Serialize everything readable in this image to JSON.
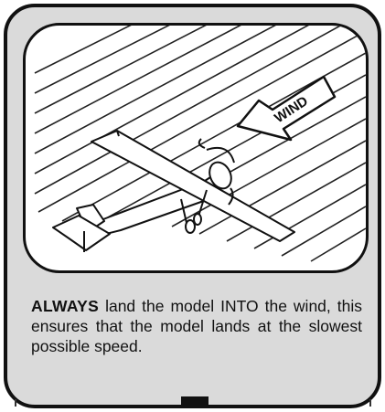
{
  "figure": {
    "arrow_label": "WIND",
    "icons": [
      "wind-arrow-icon",
      "model-airplane-icon"
    ]
  },
  "caption": {
    "emphasis": "ALWAYS",
    "text": " land the model INTO the wind, this ensures that the model lands at the slowest possible speed."
  },
  "colors": {
    "card_background": "#dadada",
    "border": "#111111",
    "panel_background": "#ffffff"
  }
}
